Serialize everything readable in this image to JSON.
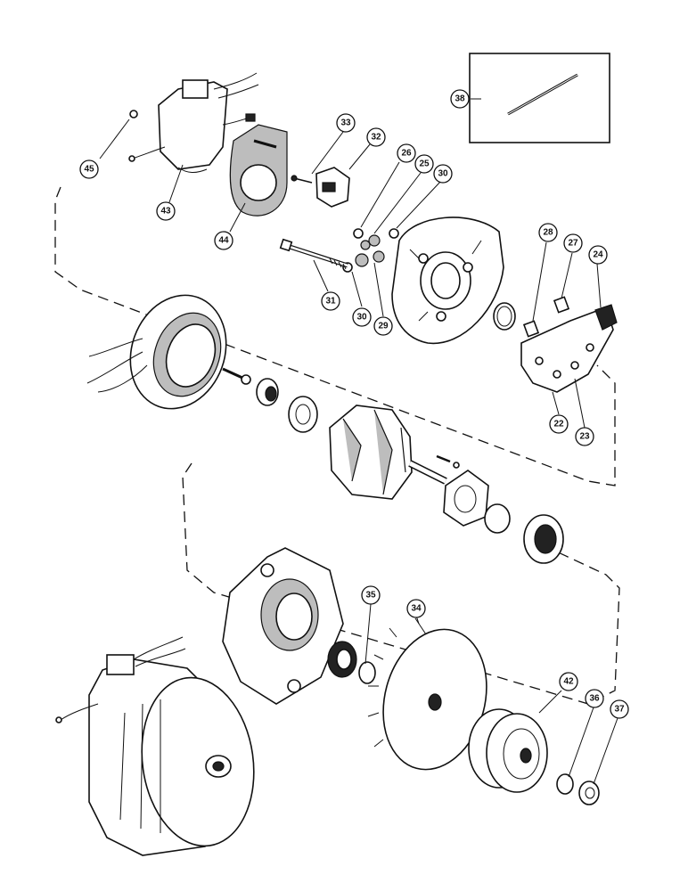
{
  "callouts": [
    {
      "id": "c38",
      "label": "38"
    },
    {
      "id": "c33",
      "label": "33"
    },
    {
      "id": "c32",
      "label": "32"
    },
    {
      "id": "c26",
      "label": "26"
    },
    {
      "id": "c25",
      "label": "25"
    },
    {
      "id": "c30a",
      "label": "30"
    },
    {
      "id": "c45",
      "label": "45"
    },
    {
      "id": "c43",
      "label": "43"
    },
    {
      "id": "c44",
      "label": "44"
    },
    {
      "id": "c31",
      "label": "31"
    },
    {
      "id": "c30b",
      "label": "30"
    },
    {
      "id": "c29",
      "label": "29"
    },
    {
      "id": "c28",
      "label": "28"
    },
    {
      "id": "c27",
      "label": "27"
    },
    {
      "id": "c24",
      "label": "24"
    },
    {
      "id": "c22",
      "label": "22"
    },
    {
      "id": "c23",
      "label": "23"
    },
    {
      "id": "c35",
      "label": "35"
    },
    {
      "id": "c34",
      "label": "34"
    },
    {
      "id": "c42",
      "label": "42"
    },
    {
      "id": "c36",
      "label": "36"
    },
    {
      "id": "c37",
      "label": "37"
    }
  ]
}
